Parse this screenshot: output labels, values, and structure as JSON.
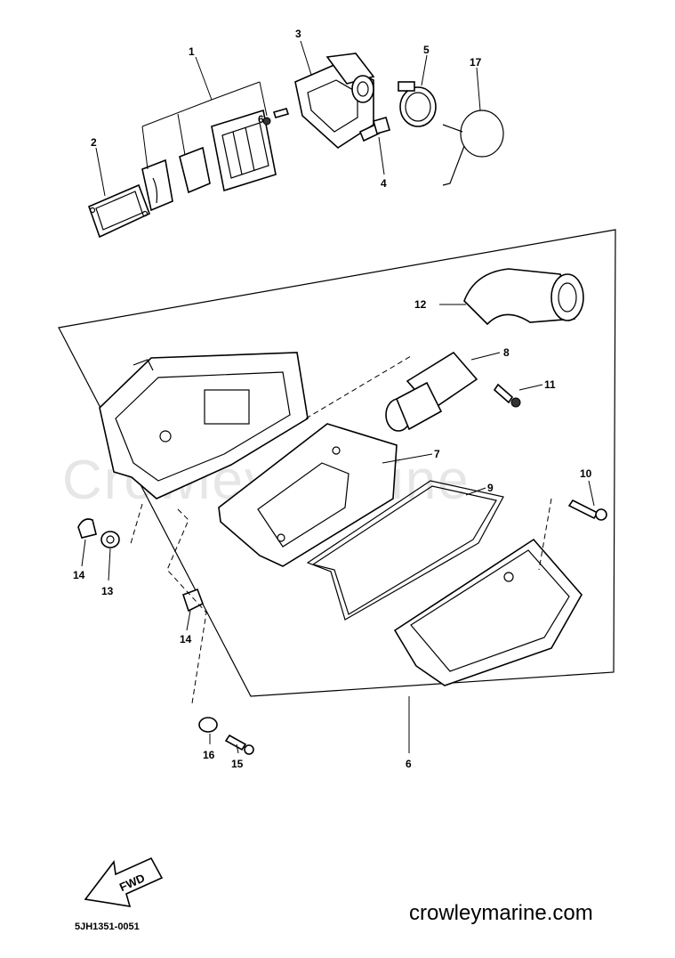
{
  "watermark": "Crowley Marine",
  "callouts": {
    "p1": "1",
    "p2": "2",
    "p3": "3",
    "p4": "4",
    "p5": "5",
    "p6_small": "6",
    "p17": "17",
    "p12": "12",
    "p8": "8",
    "p11": "11",
    "p7": "7",
    "p9": "9",
    "p10": "10",
    "p14_left": "14",
    "p13": "13",
    "p14_mid": "14",
    "p16": "16",
    "p15": "15",
    "p6_main": "6"
  },
  "fwd_label": "FWD",
  "drawing_code": "5JH1351-0051",
  "site_credit": "crowleymarine.com"
}
